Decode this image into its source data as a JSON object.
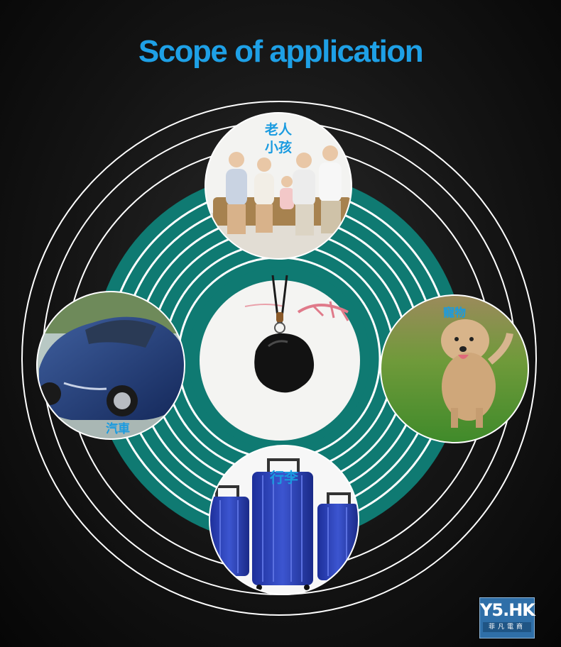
{
  "title": "Scope of application",
  "categories": [
    {
      "id": "elderly-children",
      "label_line1": "老人",
      "label_line2": "小孩"
    },
    {
      "id": "pets",
      "label": "寵物"
    },
    {
      "id": "car",
      "label": "汽車"
    },
    {
      "id": "luggage",
      "label": "行李"
    }
  ],
  "logo": {
    "main": "Y5.HK",
    "sub": "菲凡電商"
  },
  "colors": {
    "title": "#1ea0e6",
    "teal": "#0f7a72",
    "rings": "#ffffff",
    "label": "#1a9be0"
  }
}
